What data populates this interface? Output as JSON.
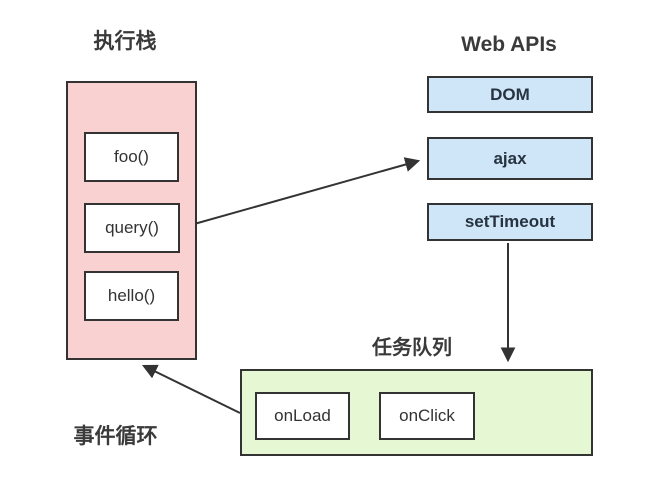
{
  "diagram": {
    "titles": {
      "execution_stack": "执行栈",
      "web_apis": "Web APIs",
      "task_queue": "任务队列",
      "event_loop": "事件循环"
    },
    "stack_items": [
      "foo()",
      "query()",
      "hello()"
    ],
    "webapi_items": [
      "DOM",
      "ajax",
      "setTimeout"
    ],
    "queue_items": [
      "onLoad",
      "onClick"
    ],
    "arrows": [
      {
        "name": "query-to-ajax",
        "from": "query()",
        "to": "ajax"
      },
      {
        "name": "settimeout-to-task-queue",
        "from": "setTimeout",
        "to": "任务队列"
      },
      {
        "name": "task-queue-to-execution-stack",
        "from": "任务队列",
        "to": "执行栈"
      }
    ],
    "colors": {
      "stack_fill": "#f9d1d1",
      "webapi_fill": "#cfe6f8",
      "queue_fill": "#e6f7d3",
      "border": "#333333",
      "arrow": "#333333",
      "label_text": "#3a3a3a",
      "item_text": "#333333",
      "webapi_text": "#273341",
      "background": "#ffffff"
    }
  }
}
